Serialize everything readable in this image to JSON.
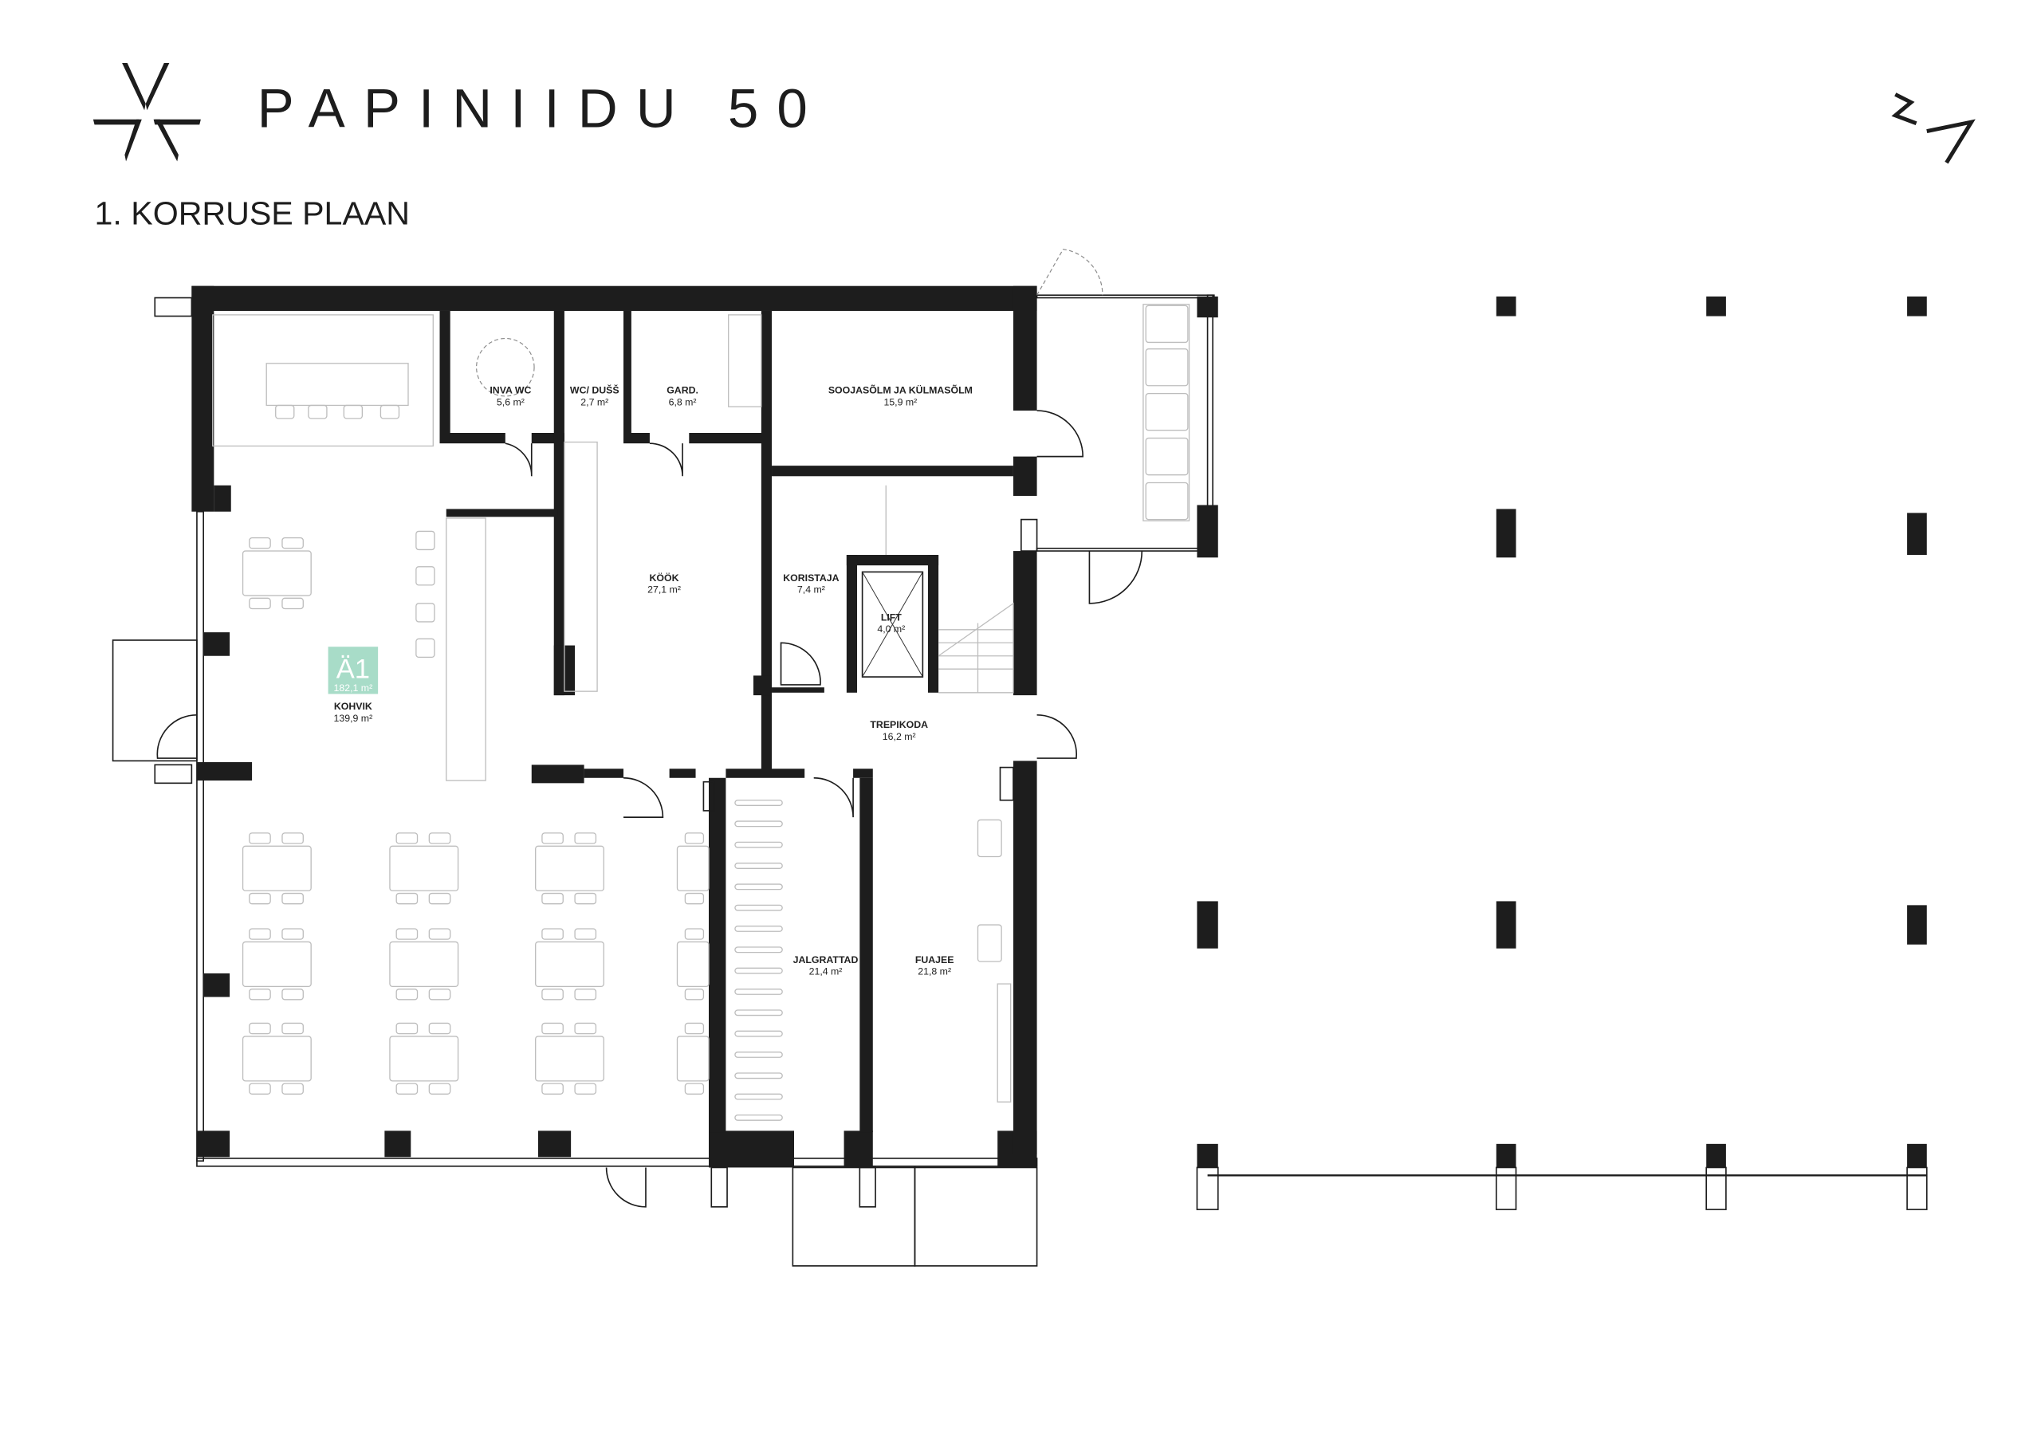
{
  "header": {
    "title": "PAPINIIDU 50",
    "subtitle": "1. KORRUSE PLAAN",
    "logo_icon": "star-arrows-logo-icon",
    "north_icon": "north-arrow-icon"
  },
  "unit": {
    "badge": "Ä1",
    "badge_area": "182,1 m²",
    "badge_color": "#a8dcc8"
  },
  "rooms": {
    "inva_wc": {
      "name": "INVA WC",
      "area": "5,6 m²"
    },
    "wc_duss": {
      "name": "WC/ DUŠŠ",
      "area": "2,7 m²"
    },
    "gard": {
      "name": "GARD.",
      "area": "6,8 m²"
    },
    "soojasolm": {
      "name": "SOOJASÕLM JA KÜLMASÕLM",
      "area": "15,9 m²"
    },
    "kook": {
      "name": "KÖÖK",
      "area": "27,1 m²"
    },
    "koristaja": {
      "name": "KORISTAJA",
      "area": "7,4 m²"
    },
    "lift": {
      "name": "LIFT",
      "area": "4,0 m²"
    },
    "trepikoda": {
      "name": "TREPIKODA",
      "area": "16,2 m²"
    },
    "kohvik": {
      "name": "KOHVIK",
      "area": "139,9 m²"
    },
    "jalgrattad": {
      "name": "JALGRATTAD",
      "area": "21,4 m²"
    },
    "fuajee": {
      "name": "FUAJEE",
      "area": "21,8 m²"
    }
  }
}
